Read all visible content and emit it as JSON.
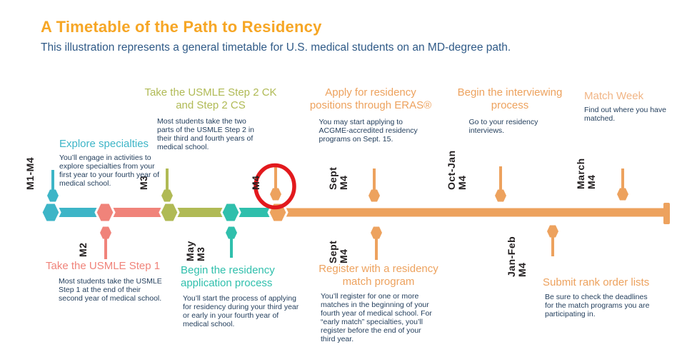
{
  "header": {
    "title": "A Timetable of the Path to Residency",
    "subtitle": "This illustration represents a general timetable for U.S. medical students on an MD-degree path."
  },
  "colors": {
    "title": "#F6A625",
    "subtitle_text": "#2F5A87",
    "body_text": "#25405E",
    "cyan": "#3DB5C7",
    "salmon": "#F0837A",
    "olive": "#B0BA55",
    "teal": "#2FBFAC",
    "orange": "#EDA25E",
    "match_week_orange": "#F1B585",
    "highlight_circle_red": "#E2191D",
    "marker_label": "#231F20"
  },
  "timeline": {
    "above": [
      {
        "label": "M1-M4",
        "title": "Explore specialties",
        "body": "You’ll engage in activities to explore specialties from your first year to your fourth year of medical school."
      },
      {
        "label": "M3",
        "title": "Take the USMLE Step 2 CK and Step 2 CS",
        "body": "Most students take the two parts of the USMLE Step 2 in their third and fourth years of medical school."
      },
      {
        "label": "M4"
      },
      {
        "label": "Sept\nM4",
        "title": "Apply for residency positions through ERAS®",
        "body": "You may start applying to ACGME-accredited residency programs on Sept. 15."
      },
      {
        "label": "Oct-Jan\nM4",
        "title": "Begin the interviewing process",
        "body": "Go to your residency interviews."
      },
      {
        "label": "March\nM4",
        "title": "Match Week",
        "body": "Find out where you have matched."
      }
    ],
    "below": [
      {
        "label": "M2",
        "title": "Take the USMLE Step 1",
        "body": "Most students take the USMLE Step 1 at the end of their second year of medical school."
      },
      {
        "label": "May\nM3",
        "title": "Begin the residency application process",
        "body": "You’ll start the process of applying for residency during your third year or early in your fourth year of medical school."
      },
      {
        "label": "Sept\nM4",
        "title": "Register with a residency match program",
        "body": "You’ll register for one or more matches in the beginning of your fourth year of medical school. For “early match” specialties, you’ll register before the end of your third year."
      },
      {
        "label": "Jan-Feb\nM4",
        "title": "Submit rank order lists",
        "body": "Be sure to check the deadlines for the match programs you are participating in."
      }
    ]
  }
}
